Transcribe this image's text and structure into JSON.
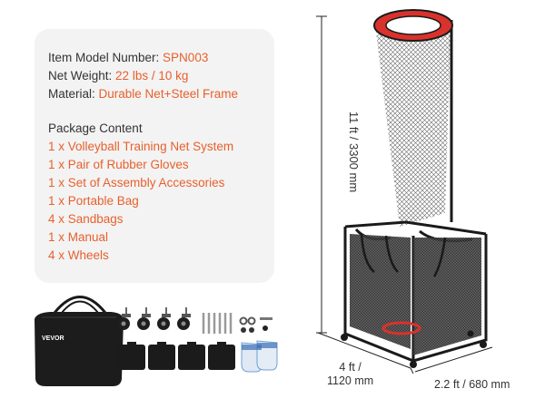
{
  "specs": {
    "model_label": "Item Model Number: ",
    "model_value": "SPN003",
    "weight_label": "Net Weight: ",
    "weight_value": "22 lbs / 10 kg",
    "material_label": "Material: ",
    "material_value": "Durable Net+Steel Frame"
  },
  "package": {
    "title": "Package Content",
    "items": [
      "1 x Volleyball Training Net System",
      "1 x Pair of Rubber Gloves",
      "1 x Set of Assembly Accessories",
      "1 x Portable Bag",
      "4 x Sandbags",
      "1 x Manual",
      "4 x Wheels"
    ]
  },
  "bag": {
    "brand": "VEVOR"
  },
  "dimensions": {
    "height": "11 ft / 3300 mm",
    "depth_line1": "4 ft /",
    "depth_line2": "1120 mm",
    "width": "2.2 ft / 680 mm"
  },
  "colors": {
    "accent": "#e8602c",
    "text": "#333333",
    "card": "#f3f3f3",
    "hoop": "#d9322c",
    "frame": "#1a1a1a"
  }
}
